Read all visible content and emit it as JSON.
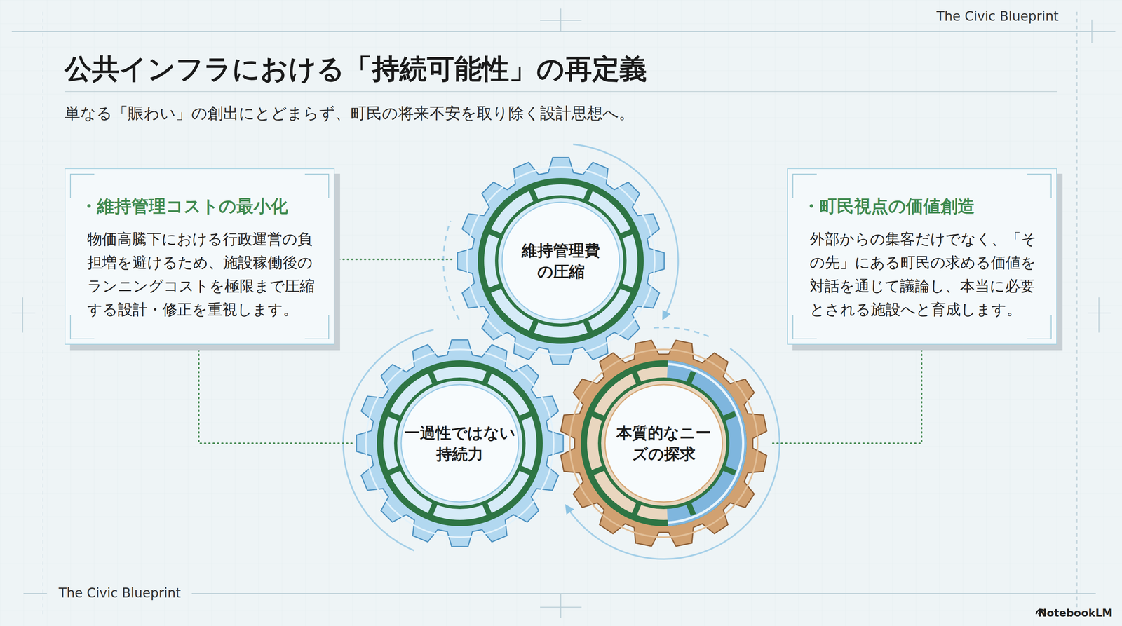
{
  "diagram": {
    "title": "公共インフラにおける「持続可能性」の再定義",
    "nodes": [
      {
        "text": [
          "維持管理コストの最小化",
          "物価高騰下における行政運営の負担増を避けるため、施設稼働後のランニングコストを極限まで圧縮する設計・修正を重視します。"
        ]
      },
      {
        "text": [
          "維持管理費の圧縮"
        ]
      },
      {
        "text": [
          "町民視点の価値創造",
          "外部からの集客だけでなく、「その先」にある町民の求める価値を対話を通じて議論し、本当に必要とされる施設へと育成します。"
        ]
      },
      {
        "text": [
          "一過性ではない持続力"
        ]
      },
      {
        "text": [
          "本質的なニーズの探求"
        ]
      }
    ],
    "edges": [
      {
        "from": 0,
        "to": 1,
        "arrow": "none"
      },
      {
        "from": 0,
        "to": 3,
        "arrow": "none"
      },
      {
        "from": 2,
        "to": 4,
        "arrow": "none"
      }
    ],
    "labels": [
      "単なる「賑わい」の創出にとどまらず、町民の将来不安を取り除く設計思想へ。",
      "The Civic Blueprint",
      "The Civic Blueprint",
      "NotebookLM"
    ]
  }
}
